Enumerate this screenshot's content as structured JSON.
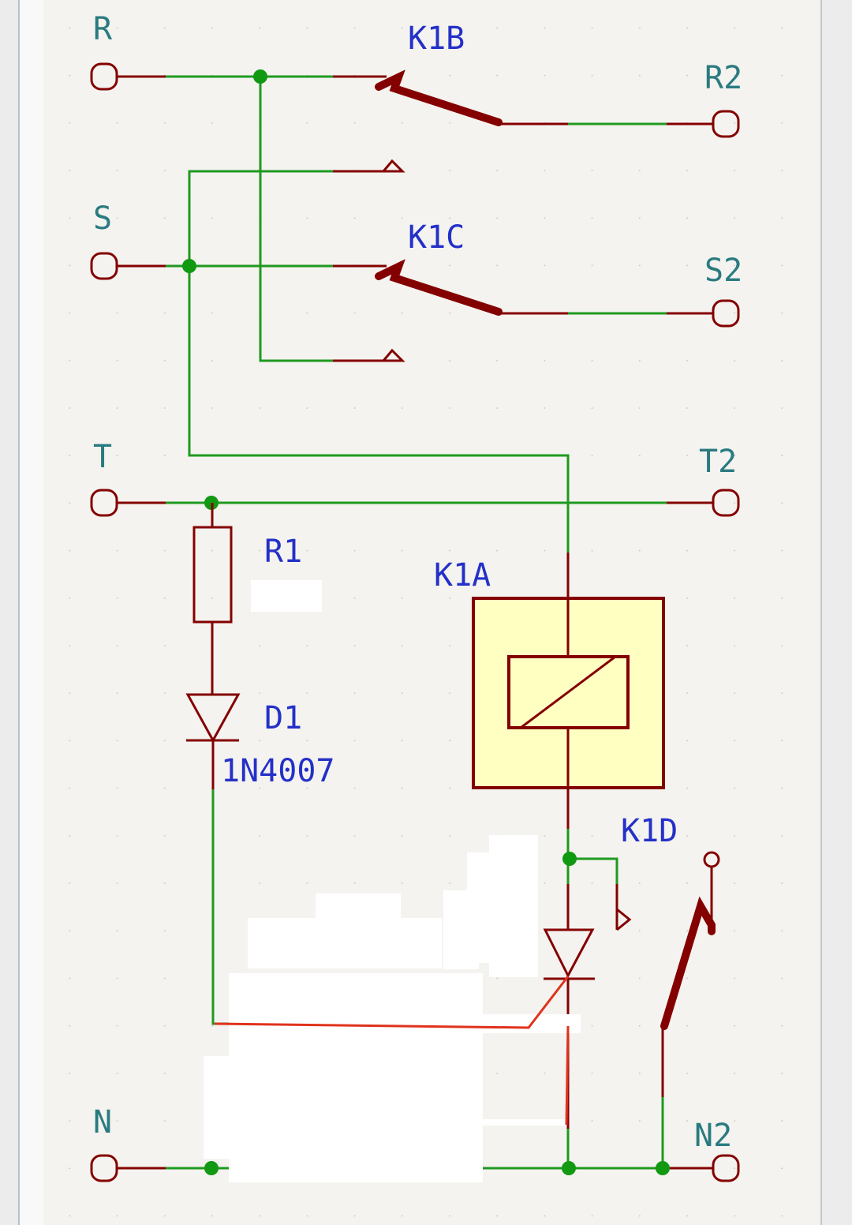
{
  "ports": {
    "r": "R",
    "s": "S",
    "t": "T",
    "n": "N",
    "r2": "R2",
    "s2": "S2",
    "t2": "T2",
    "n2": "N2"
  },
  "components": {
    "k1b": "K1B",
    "k1c": "K1C",
    "k1a": "K1A",
    "k1d": "K1D",
    "r1": "R1",
    "d1": "D1",
    "d1_value": "1N4007"
  },
  "colors": {
    "wire": "#1f9a1f",
    "symbol": "#840000",
    "reference": "#2430c8",
    "label": "#2a7b80",
    "coil_fill": "#ffffc2",
    "annotation": "#e0321c"
  }
}
